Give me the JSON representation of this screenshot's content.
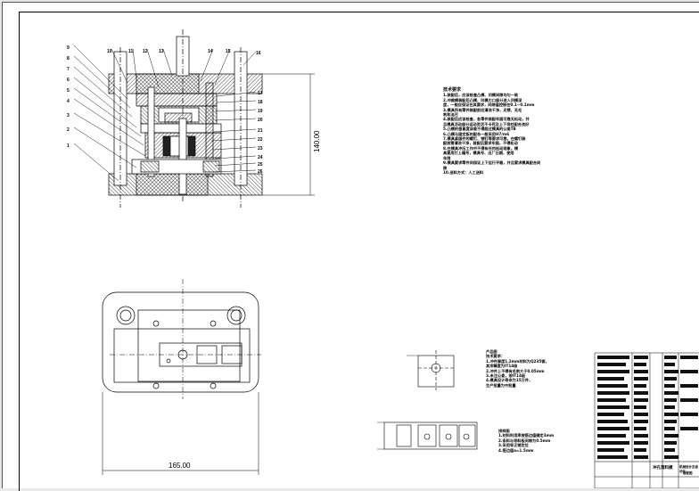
{
  "drawing": {
    "dimension_height": "140.00",
    "dimension_width": "165.00",
    "part_numbers": [
      "9",
      "8",
      "7",
      "6",
      "5",
      "4",
      "3",
      "2",
      "1",
      "10",
      "11",
      "12",
      "13",
      "14",
      "15",
      "16",
      "17",
      "18",
      "19",
      "20",
      "21",
      "22",
      "23",
      "24",
      "25",
      "26"
    ]
  },
  "tech_notes": {
    "lines": [
      "技术要求",
      "1.装配后，应该检查凸模、凹模间隙均匀一致",
      "2.冲裁模装配后凸模、凹模刃口部分进入凹模深",
      "度，一般应保证在其要求，间隙值控制在0.1~0.1mm",
      "3.模具所有零件装配前应清洗干净，无锈、无毛",
      "刺和油污",
      "4.装配后应该检查，各零件装配牢固可靠无松动，并",
      "且模具活动部分运动灵活不卡死及上下导柱配合良好",
      "5.凸模的垂直度误差不得超过模具的公差TB",
      "6.凸模与固定板的配合一般采用H7/m6",
      "7.模具紧固件的螺钉、销钉等要求可靠，在螺钉装",
      "配前需清洗干净，装配后要求牢固，不得松动",
      "8.在模具冲压工作中不得有任何松动现象，模",
      "具要用打上编号，模具号、出厂日期、使用",
      "年限",
      "9.模具要求零件间保证上下运行平稳，并且要求模具配合间",
      "隙",
      "10.送料方式：人工送料"
    ]
  },
  "product_notes": {
    "lines": [
      "产品图",
      "技术要求：",
      "1.冲件厚度1.2mm材料为Q235钢，",
      "其余精度为IT14级",
      "2.冲件上不得有毛刺大于0.05mm",
      "3.未注公差，按IT14级",
      "4.模具设计寿命为15万件，",
      "生产批量为中批量"
    ]
  },
  "strip_notes": {
    "lines": [
      "排样图",
      "1.材料利用率按搭边值确定3mm",
      "2.条料与导料板间隙为0.5mm",
      "3.采用导正销定位",
      "4.搭边值a=1.5mm"
    ]
  },
  "title_block": {
    "name": "冲孔落料模",
    "school": "机械设计及自动化",
    "code": "装配图"
  }
}
